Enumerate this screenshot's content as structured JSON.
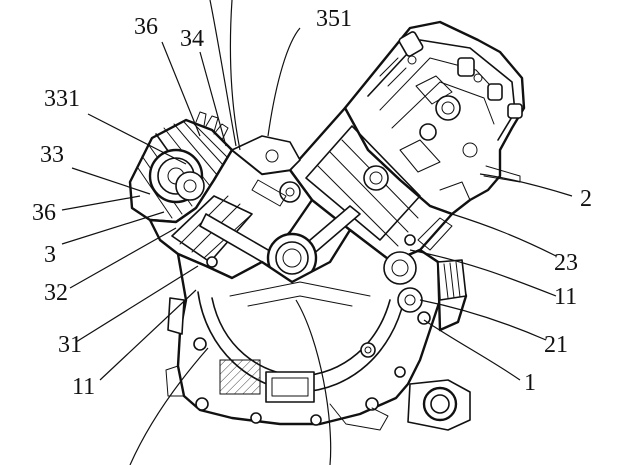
{
  "callouts": [
    {
      "id": "l-36-top",
      "text": "36"
    },
    {
      "id": "l-34",
      "text": "34"
    },
    {
      "id": "l-351",
      "text": "351"
    },
    {
      "id": "l-331",
      "text": "331"
    },
    {
      "id": "l-33",
      "text": "33"
    },
    {
      "id": "l-36-left",
      "text": "36"
    },
    {
      "id": "l-3",
      "text": "3"
    },
    {
      "id": "l-32",
      "text": "32"
    },
    {
      "id": "l-31",
      "text": "31"
    },
    {
      "id": "l-11-left",
      "text": "11"
    },
    {
      "id": "l-2",
      "text": "2"
    },
    {
      "id": "l-23",
      "text": "23"
    },
    {
      "id": "l-11-right",
      "text": "11"
    },
    {
      "id": "l-21",
      "text": "21"
    },
    {
      "id": "l-1",
      "text": "1"
    }
  ]
}
